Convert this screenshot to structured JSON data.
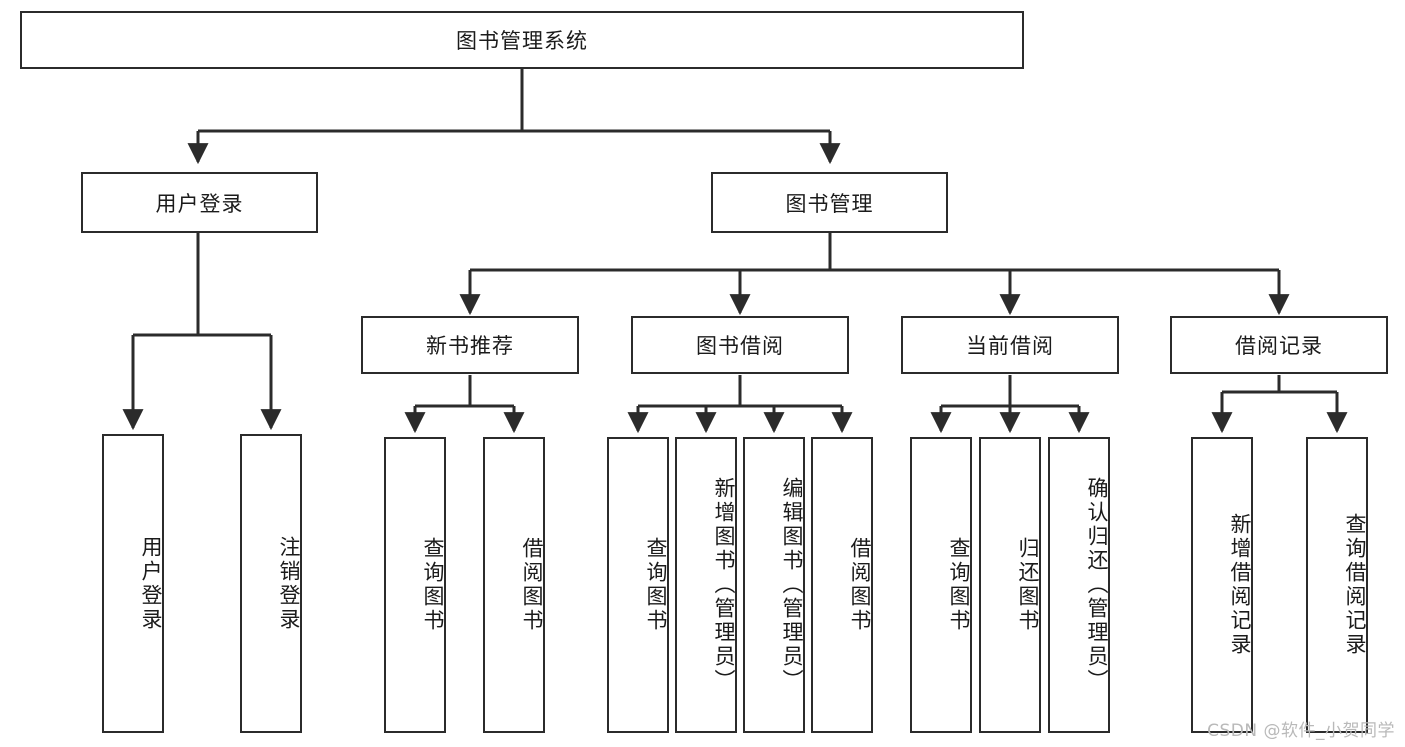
{
  "diagram": {
    "title_node": {
      "label": "图书管理系统"
    },
    "level2": [
      {
        "id": "user-login",
        "label": "用户登录"
      },
      {
        "id": "book-manage",
        "label": "图书管理"
      }
    ],
    "level3": [
      {
        "id": "new-book-rec",
        "label": "新书推荐"
      },
      {
        "id": "book-borrow",
        "label": "图书借阅"
      },
      {
        "id": "current-borrow",
        "label": "当前借阅"
      },
      {
        "id": "borrow-record",
        "label": "借阅记录"
      }
    ],
    "leaves": {
      "user_login": [
        {
          "id": "leaf-user-login",
          "label": "用户登录"
        },
        {
          "id": "leaf-logout",
          "label": "注销登录"
        }
      ],
      "new_book_rec": [
        {
          "id": "leaf-query-book-1",
          "label": "查询图书"
        },
        {
          "id": "leaf-borrow-book-1",
          "label": "借阅图书"
        }
      ],
      "book_borrow": [
        {
          "id": "leaf-query-book-2",
          "label": "查询图书"
        },
        {
          "id": "leaf-add-book",
          "label": "新增图书（管理员）"
        },
        {
          "id": "leaf-edit-book",
          "label": "编辑图书（管理员）"
        },
        {
          "id": "leaf-borrow-book-2",
          "label": "借阅图书"
        }
      ],
      "current_borrow": [
        {
          "id": "leaf-query-book-3",
          "label": "查询图书"
        },
        {
          "id": "leaf-return-book",
          "label": "归还图书"
        },
        {
          "id": "leaf-confirm-return",
          "label": "确认归还（管理员）"
        }
      ],
      "borrow_record": [
        {
          "id": "leaf-add-record",
          "label": "新增借阅记录"
        },
        {
          "id": "leaf-query-record",
          "label": "查询借阅记录"
        }
      ]
    }
  },
  "watermark": {
    "text": "CSDN @软件_小贺同学"
  },
  "colors": {
    "stroke": "#2b2b2b",
    "fill": "#ffffff",
    "text": "#1b1b1b",
    "watermark": "#b9b9b9"
  }
}
